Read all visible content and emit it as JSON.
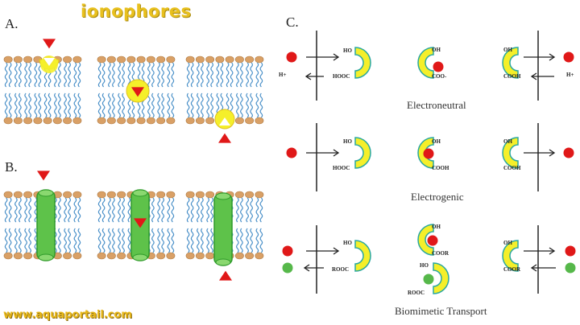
{
  "title": "ionophores",
  "watermark": "www.aquaportail.com",
  "panels": {
    "a": {
      "label": "A.",
      "description": "mobile carrier ionophore crossing lipid bilayer"
    },
    "b": {
      "label": "B.",
      "description": "channel-forming ionophore spanning lipid bilayer"
    },
    "c": {
      "label": "C."
    }
  },
  "mechanisms": [
    {
      "caption": "Electroneutral",
      "left_species": [
        "M+",
        "H+"
      ],
      "left_groups": [
        "HO",
        "HOOC"
      ],
      "middle_groups": [
        "OH",
        "COO-"
      ],
      "middle_ion": "M+",
      "right_groups": [
        "OH",
        "COOH"
      ],
      "right_species": [
        "M+",
        "H+"
      ]
    },
    {
      "caption": "Electrogenic",
      "left_species": [
        "M+"
      ],
      "left_groups": [
        "HO",
        "HOOC"
      ],
      "middle_groups": [
        "OH",
        "COOH"
      ],
      "middle_ion": "M+",
      "right_groups": [
        "OH",
        "COOH"
      ],
      "right_species": [
        "M+"
      ]
    },
    {
      "caption": "Biomimetic Transport",
      "left_species": [
        "M+",
        "M'+"
      ],
      "left_groups": [
        "HO",
        "ROOC"
      ],
      "middle_groups": [
        "OH",
        "COOR"
      ],
      "middle_ion": "M+",
      "middle2_groups": [
        "HO",
        "ROOC"
      ],
      "middle2_ion": "M'+",
      "right_groups": [
        "OH",
        "COOR"
      ],
      "right_species": [
        "M+",
        "M'+"
      ]
    }
  ],
  "colors": {
    "title": "#e8c01e",
    "head": "#d9a066",
    "tail": "#4a90c8",
    "carrier": "#f5ef2a",
    "carrier_edge": "#2aa8a0",
    "channel": "#5ec24a",
    "channel_edge": "#2f9a2a",
    "ion": "#e01818",
    "ion2": "#56b84a"
  }
}
